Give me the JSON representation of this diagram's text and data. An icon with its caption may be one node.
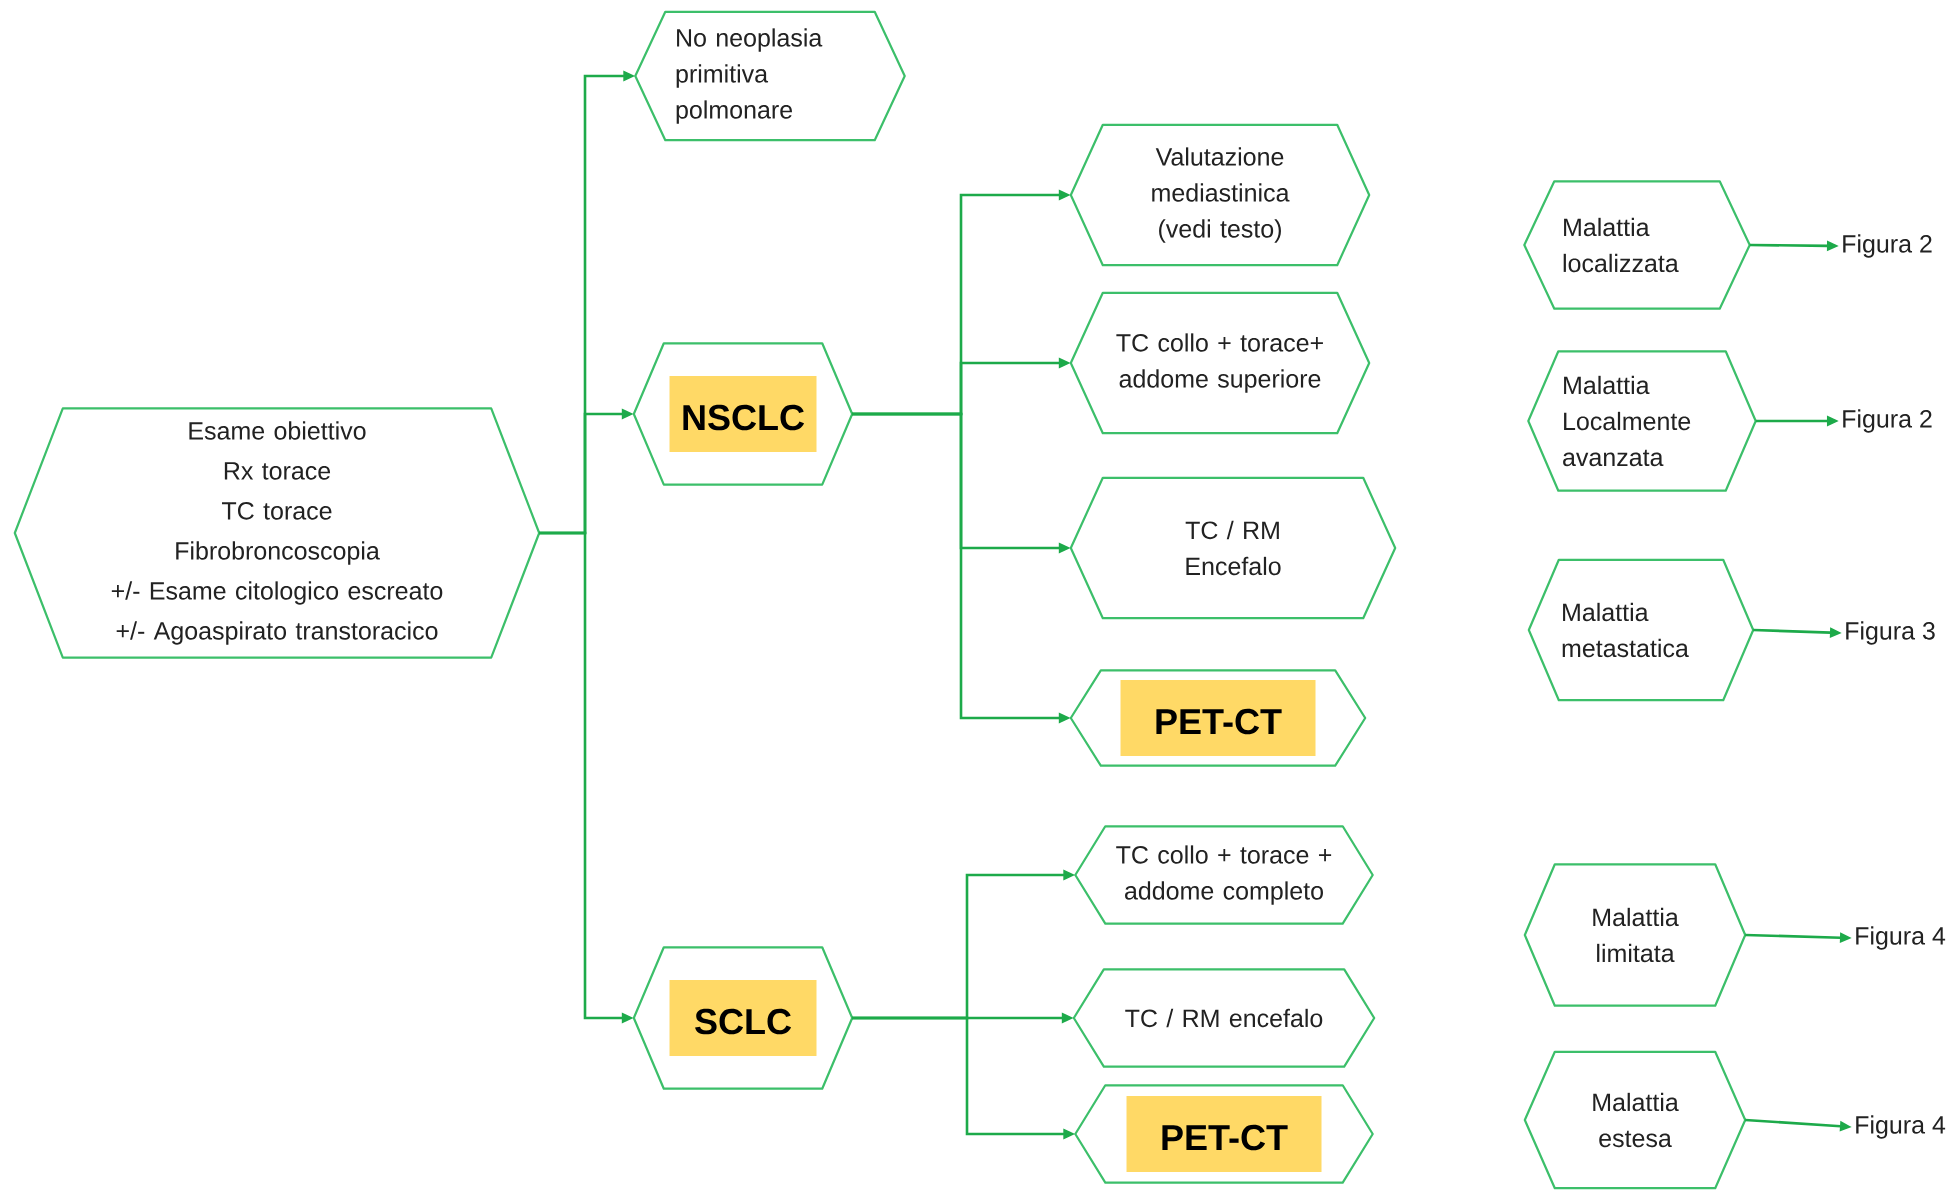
{
  "diagram": {
    "nodes": [
      {
        "text": [
          "Esame obiettivo",
          "Rx torace",
          "TC torace",
          "Fibrobroncoscopia",
          "+/- Esame citologico escreato",
          "+/- Agoaspirato transtoracico"
        ]
      },
      {
        "text": [
          "No neoplasia primitiva polmonare"
        ]
      },
      {
        "text": [
          "NSCLC"
        ]
      },
      {
        "text": [
          "SCLC"
        ]
      },
      {
        "text": [
          "Valutazione mediastinica (vedi testo)"
        ]
      },
      {
        "text": [
          "TC collo + torace+ addome superiore"
        ]
      },
      {
        "text": [
          "TC / RM Encefalo"
        ]
      },
      {
        "text": [
          "PET-CT"
        ]
      },
      {
        "text": [
          "TC collo + torace + addome completo"
        ]
      },
      {
        "text": [
          "TC / RM  encefalo"
        ]
      },
      {
        "text": [
          "PET-CT"
        ]
      },
      {
        "text": [
          "Malattia localizzata"
        ]
      },
      {
        "text": [
          "Malattia Localmente avanzata"
        ]
      },
      {
        "text": [
          "Malattia metastatica"
        ]
      },
      {
        "text": [
          "Malattia limitata"
        ]
      },
      {
        "text": [
          "Malattia estesa"
        ]
      },
      {
        "text": [
          "Figura 2"
        ]
      },
      {
        "text": [
          "Figura 2"
        ]
      },
      {
        "text": [
          "Figura 3"
        ]
      },
      {
        "text": [
          "Figura 4"
        ]
      },
      {
        "text": [
          "Figura 4"
        ]
      }
    ],
    "edges": [
      {
        "from": 0,
        "to": 1,
        "arrow": "to"
      },
      {
        "from": 0,
        "to": 2,
        "arrow": "to"
      },
      {
        "from": 0,
        "to": 3,
        "arrow": "to"
      },
      {
        "from": 2,
        "to": 4,
        "arrow": "to"
      },
      {
        "from": 2,
        "to": 5,
        "arrow": "to"
      },
      {
        "from": 2,
        "to": 6,
        "arrow": "to"
      },
      {
        "from": 2,
        "to": 7,
        "arrow": "to"
      },
      {
        "from": 3,
        "to": 8,
        "arrow": "to"
      },
      {
        "from": 3,
        "to": 9,
        "arrow": "to"
      },
      {
        "from": 3,
        "to": 10,
        "arrow": "to"
      },
      {
        "from": 11,
        "to": 16,
        "arrow": "to"
      },
      {
        "from": 12,
        "to": 17,
        "arrow": "to"
      },
      {
        "from": 13,
        "to": 18,
        "arrow": "to"
      },
      {
        "from": 14,
        "to": 19,
        "arrow": "to"
      },
      {
        "from": 15,
        "to": 20,
        "arrow": "to"
      }
    ]
  }
}
